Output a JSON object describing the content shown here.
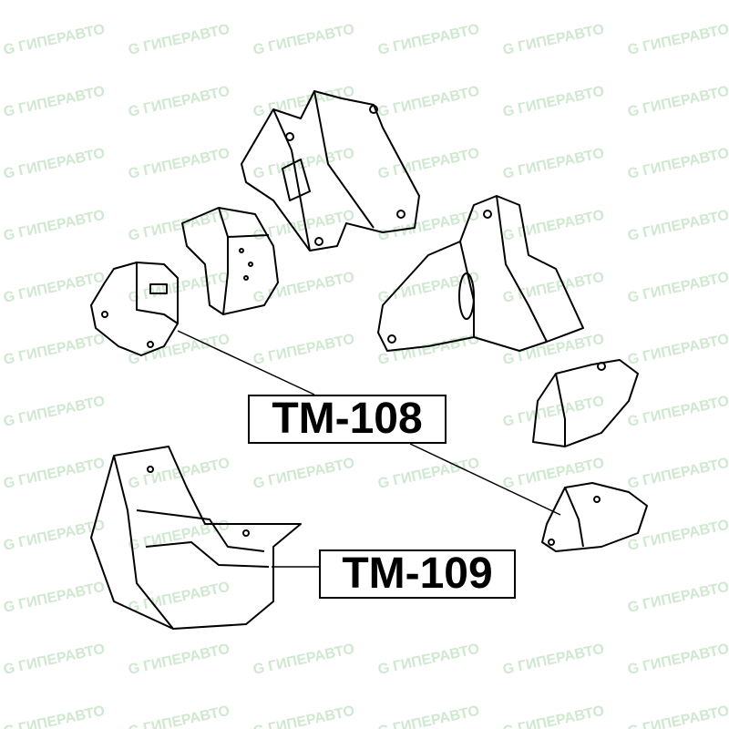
{
  "watermark": {
    "text": "ГИПЕРАВТО",
    "color": "#cfe8cf"
  },
  "labels": {
    "tm108": "TM-108",
    "tm109": "TM-109"
  },
  "colors": {
    "line": "#000000",
    "background": "#ffffff"
  }
}
